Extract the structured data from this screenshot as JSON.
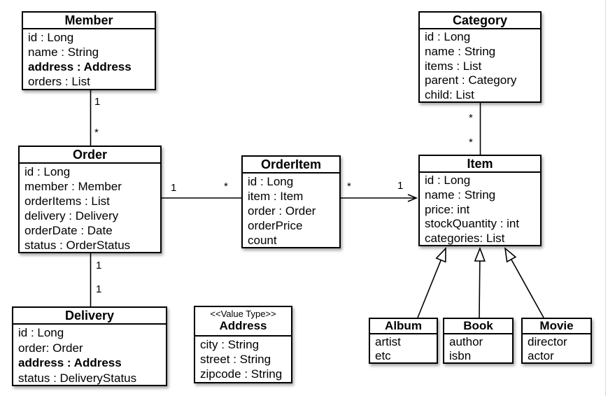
{
  "diagram_type": "uml-class-diagram",
  "classes": {
    "member": {
      "title": "Member",
      "attributes": [
        "id : Long",
        "name : String",
        "address : Address",
        "orders : List"
      ]
    },
    "category": {
      "title": "Category",
      "attributes": [
        "id : Long",
        "name : String",
        "items : List",
        "parent : Category",
        "child: List"
      ]
    },
    "order": {
      "title": "Order",
      "attributes": [
        "id : Long",
        "member : Member",
        "orderItems : List",
        "delivery : Delivery",
        "orderDate : Date",
        "status : OrderStatus"
      ]
    },
    "orderItem": {
      "title": "OrderItem",
      "attributes": [
        "id : Long",
        "item : Item",
        "order : Order",
        "orderPrice",
        "count"
      ]
    },
    "item": {
      "title": "Item",
      "attributes": [
        "id : Long",
        "name : String",
        "price: int",
        "stockQuantity : int",
        "categories: List"
      ]
    },
    "delivery": {
      "title": "Delivery",
      "attributes": [
        "id : Long",
        "order: Order",
        "address : Address",
        "status : DeliveryStatus"
      ]
    },
    "address": {
      "stereotype": "<<Value Type>>",
      "title": "Address",
      "attributes": [
        "city : String",
        "street : String",
        "zipcode : String"
      ]
    },
    "album": {
      "title": "Album",
      "attributes": [
        "artist",
        "etc"
      ]
    },
    "book": {
      "title": "Book",
      "attributes": [
        "author",
        "isbn"
      ]
    },
    "movie": {
      "title": "Movie",
      "attributes": [
        "director",
        "actor"
      ]
    }
  },
  "relationships": [
    {
      "name": "member-order",
      "type": "association",
      "from": "Member",
      "to": "Order",
      "from_label": "1",
      "to_label": "*"
    },
    {
      "name": "order-orderitem",
      "type": "association",
      "from": "Order",
      "to": "OrderItem",
      "from_label": "1",
      "to_label": "*"
    },
    {
      "name": "orderitem-item",
      "type": "directed-association",
      "from": "OrderItem",
      "to": "Item",
      "from_label": "*",
      "to_label": "1"
    },
    {
      "name": "category-item",
      "type": "association",
      "from": "Category",
      "to": "Item",
      "from_label": "*",
      "to_label": "*"
    },
    {
      "name": "order-delivery",
      "type": "association",
      "from": "Order",
      "to": "Delivery",
      "from_label": "1",
      "to_label": "1"
    },
    {
      "name": "album-item",
      "type": "generalization",
      "from": "Album",
      "to": "Item"
    },
    {
      "name": "book-item",
      "type": "generalization",
      "from": "Book",
      "to": "Item"
    },
    {
      "name": "movie-item",
      "type": "generalization",
      "from": "Movie",
      "to": "Item"
    }
  ],
  "colors": {
    "line": "#000000",
    "box_fill": "#ffffff",
    "text": "#000000",
    "slide_edge": "#d9d9d9"
  }
}
